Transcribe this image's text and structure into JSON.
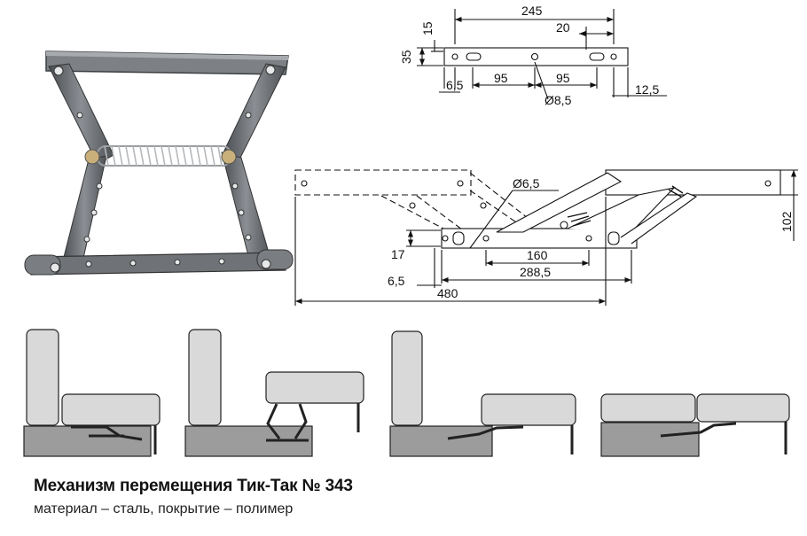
{
  "dimensions": {
    "top_plate": {
      "total_length": "245",
      "slot_offset": "20",
      "height_outer": "35",
      "height_inner": "15",
      "edge_offset": "6,5",
      "hole_spacing_left": "95",
      "hole_spacing_right": "95",
      "center_hole_diameter": "Ø8,5",
      "end_offset": "12,5"
    },
    "side_view": {
      "pivot_diameter": "Ø6,5",
      "height": "102",
      "base_offset": "17",
      "edge_offset": "6,5",
      "hole_spacing": "160",
      "base_length": "288,5",
      "total_length": "480"
    }
  },
  "caption": {
    "title": "Механизм перемещения Тик-Так № 343",
    "subtitle": "материал – сталь, покрытие – полимер"
  },
  "colors": {
    "steel": "#6f7377",
    "cushion": "#d8d8d8",
    "frame": "#8c8c8c",
    "line": "#111111"
  }
}
